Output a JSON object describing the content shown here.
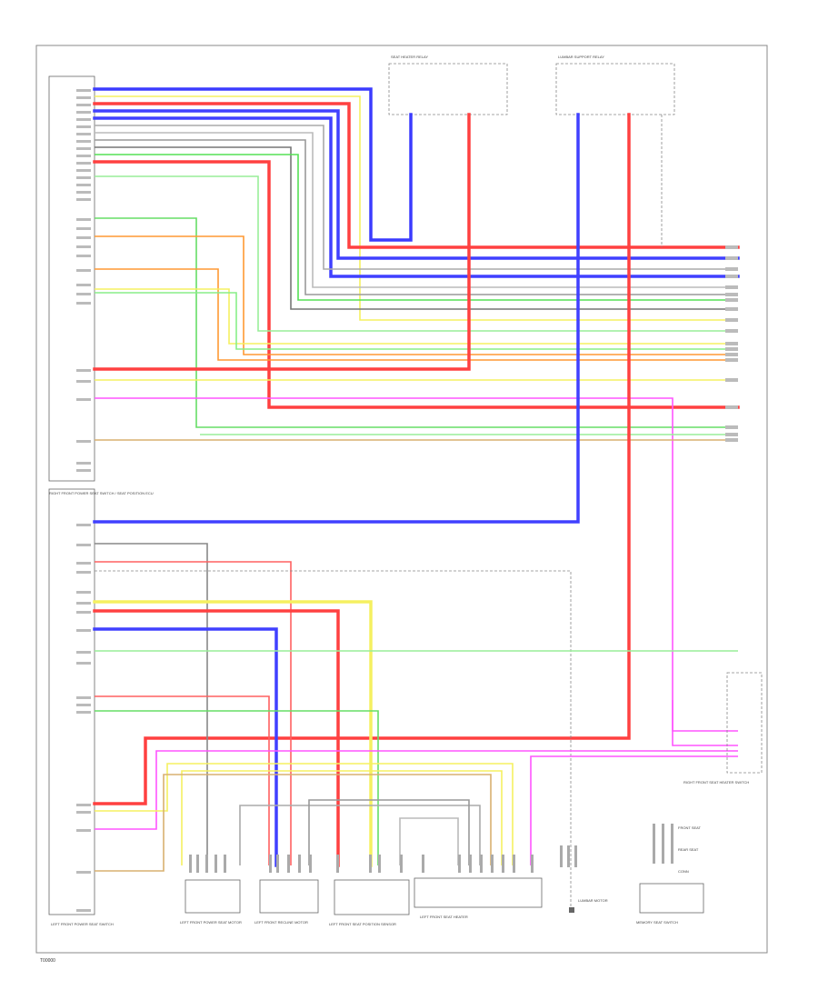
{
  "diagram": {
    "footer_code": "T00000",
    "components": {
      "upper_ecu": "RIGHT FRONT POWER SEAT SWITCH / SEAT POSITION ECU",
      "lower_ecu": "LEFT FRONT POWER SEAT SWITCH",
      "top_relay_a": "SEAT HEATER RELAY",
      "top_relay_b": "LUMBAR SUPPORT RELAY",
      "conn_1": "LEFT FRONT POWER SEAT MOTOR",
      "conn_2": "LEFT FRONT RECLINE MOTOR",
      "conn_3": "LEFT FRONT SEAT POSITION SENSOR",
      "conn_4": "LEFT FRONT SEAT HEATER",
      "conn_5": "LUMBAR MOTOR",
      "conn_6": "MEMORY SEAT SWITCH",
      "right_module": "RIGHT FRONT SEAT HEATER SWITCH"
    },
    "legend": [
      "FRONT SEAT",
      "REAR SEAT",
      "CONN"
    ]
  }
}
